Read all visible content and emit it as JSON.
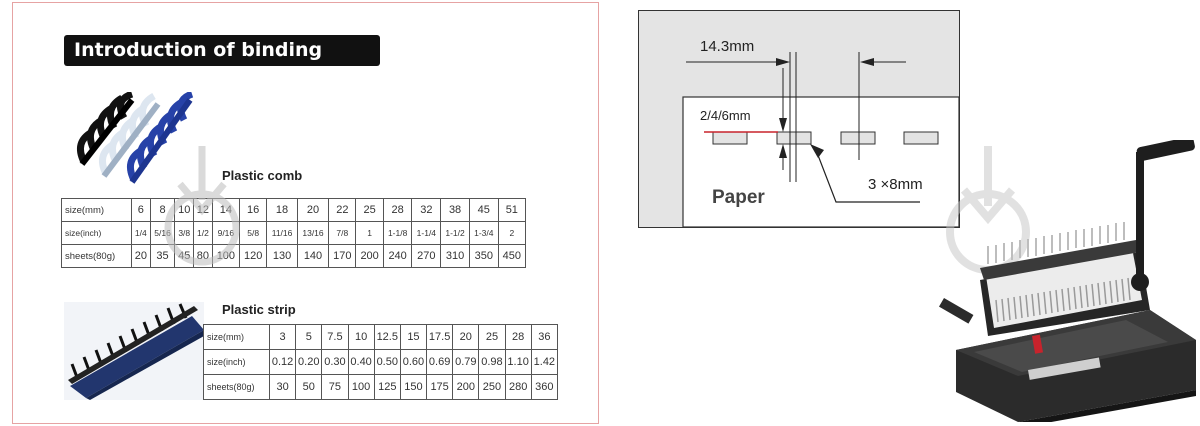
{
  "left_panel": {
    "title": "Introduction of binding capacity",
    "comb": {
      "heading": "Plastic comb",
      "rows": [
        {
          "label": "size(mm)",
          "values": [
            "6",
            "8",
            "10",
            "12",
            "14",
            "16",
            "18",
            "20",
            "22",
            "25",
            "28",
            "32",
            "38",
            "45",
            "51"
          ]
        },
        {
          "label": "size(inch)",
          "values": [
            "1/4",
            "5/16",
            "3/8",
            "1/2",
            "9/16",
            "5/8",
            "11/16",
            "13/16",
            "7/8",
            "1",
            "1-1/8",
            "1-1/4",
            "1-1/2",
            "1-3/4",
            "2"
          ]
        },
        {
          "label": "sheets(80g)",
          "values": [
            "20",
            "35",
            "45",
            "80",
            "100",
            "120",
            "130",
            "140",
            "170",
            "200",
            "240",
            "270",
            "310",
            "350",
            "450"
          ]
        }
      ]
    },
    "strip": {
      "heading": "Plastic strip",
      "rows": [
        {
          "label": "size(mm)",
          "values": [
            "3",
            "5",
            "7.5",
            "10",
            "12.5",
            "15",
            "17.5",
            "20",
            "25",
            "28",
            "36"
          ]
        },
        {
          "label": "size(inch)",
          "values": [
            "0.12",
            "0.20",
            "0.30",
            "0.40",
            "0.50",
            "0.60",
            "0.69",
            "0.79",
            "0.98",
            "1.10",
            "1.42"
          ]
        },
        {
          "label": "sheets(80g)",
          "values": [
            "30",
            "50",
            "75",
            "100",
            "125",
            "150",
            "175",
            "200",
            "250",
            "280",
            "360"
          ]
        }
      ]
    }
  },
  "diagram": {
    "pitch_label": "14.3mm",
    "margin_label": "2/4/6mm",
    "hole_label": "3 ×8mm",
    "paper_label": "Paper"
  },
  "machine": {
    "icons": [
      "comb-binding-machine-icon",
      "watermark-download-icon"
    ],
    "colors": {
      "body": "#2b2b2b",
      "accent": "#c8232c",
      "panel": "#eeeeee"
    }
  }
}
